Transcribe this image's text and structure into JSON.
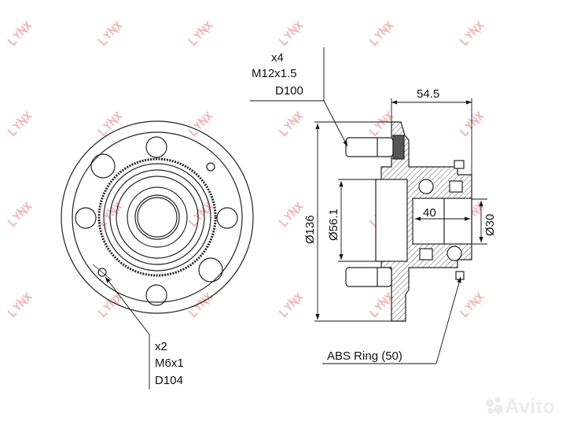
{
  "watermark": "LYNX",
  "bolt_callout": {
    "count": "x4",
    "thread": "M12x1.5",
    "pcd": "D100"
  },
  "screw_callout": {
    "count": "x2",
    "thread": "M6x1",
    "pcd": "D104"
  },
  "abs_label": "ABS Ring (50)",
  "dimensions": {
    "width": "54.5",
    "flange_dia": "Ø136",
    "pilot_dia": "Ø56.1",
    "bearing_width": "40",
    "bore_dia": "Ø30"
  },
  "site_logo": "Avito",
  "colors": {
    "line": "#222222",
    "watermark": "#f2b8b8"
  }
}
